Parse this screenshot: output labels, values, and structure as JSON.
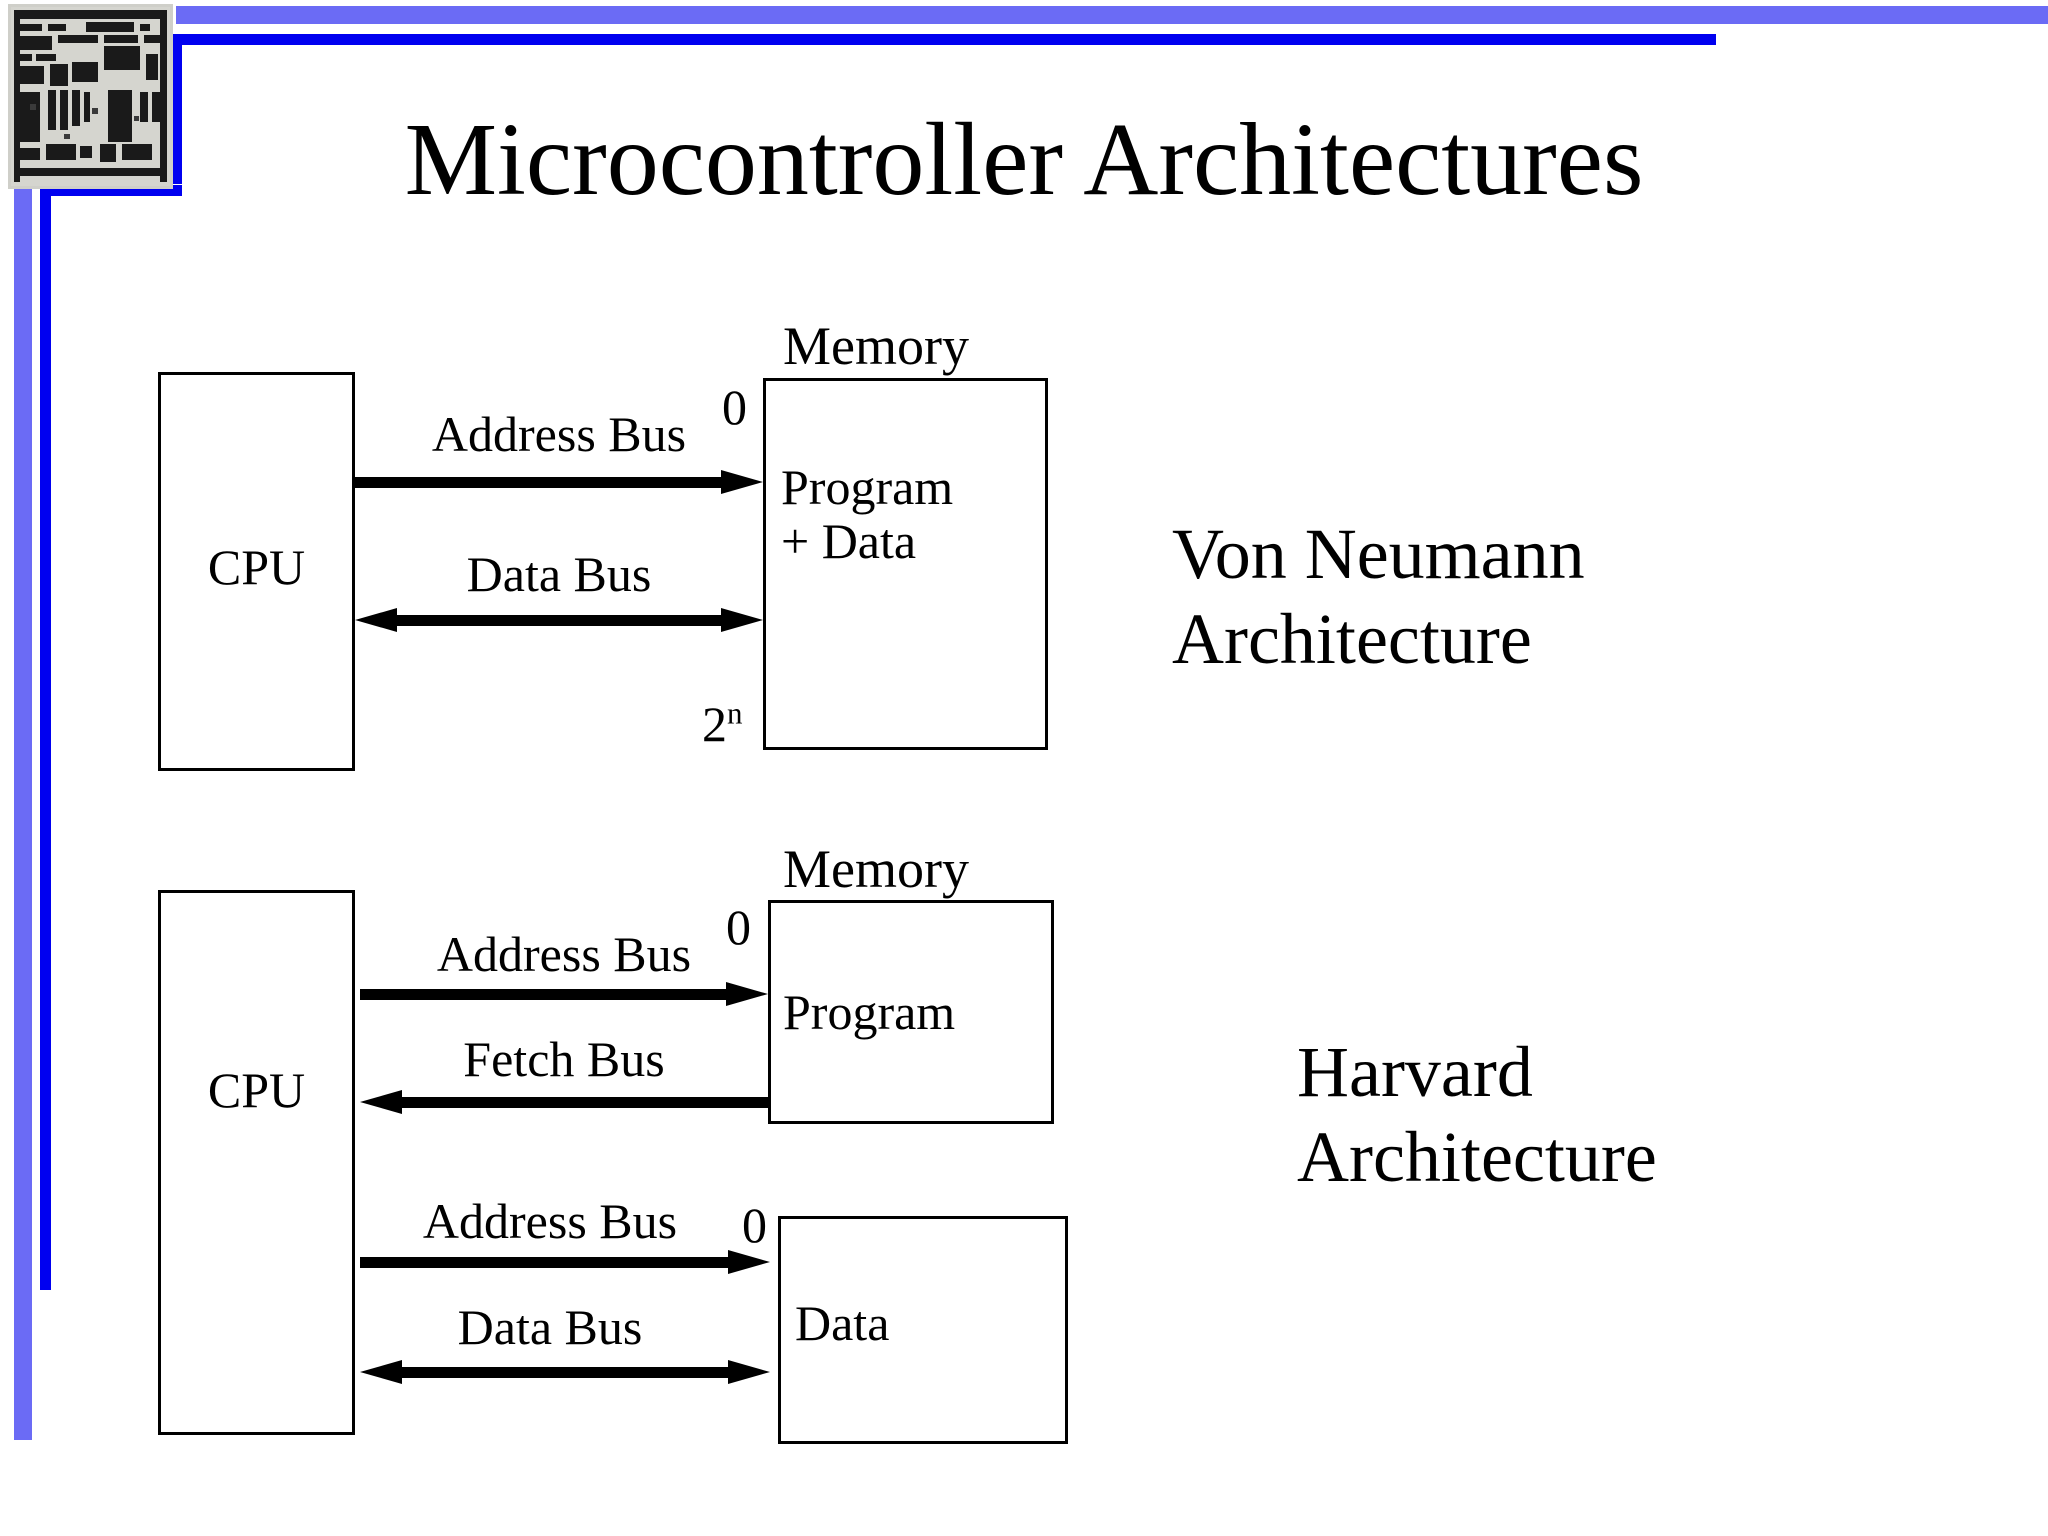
{
  "slide": {
    "title": "Microcontroller Architectures",
    "colors": {
      "accent_light": "#6B6BF5",
      "accent_dark": "#0000F0",
      "ink": "#000000",
      "background": "#FFFFFF"
    }
  },
  "decoration": {
    "chip_image_alt": "circuit-board-photo"
  },
  "diagrams": [
    {
      "id": "von-neumann",
      "caption": "Von Neumann\nArchitecture",
      "cpu_label": "CPU",
      "memory_header": "Memory",
      "memory_label": "Program\n+ Data",
      "addr_top": "0",
      "addr_bottom": "2",
      "addr_bottom_sup": "n",
      "buses": [
        {
          "label": "Address Bus",
          "direction": "right"
        },
        {
          "label": "Data Bus",
          "direction": "both"
        }
      ]
    },
    {
      "id": "harvard",
      "caption": "Harvard\nArchitecture",
      "cpu_label": "CPU",
      "memory_header": "Memory",
      "program_memory_label": "Program",
      "data_memory_label": "Data",
      "program_addr_top": "0",
      "data_addr_top": "0",
      "buses": [
        {
          "label": "Address Bus",
          "direction": "right"
        },
        {
          "label": "Fetch Bus",
          "direction": "left"
        },
        {
          "label": "Address Bus",
          "direction": "right"
        },
        {
          "label": "Data Bus",
          "direction": "both"
        }
      ]
    }
  ]
}
